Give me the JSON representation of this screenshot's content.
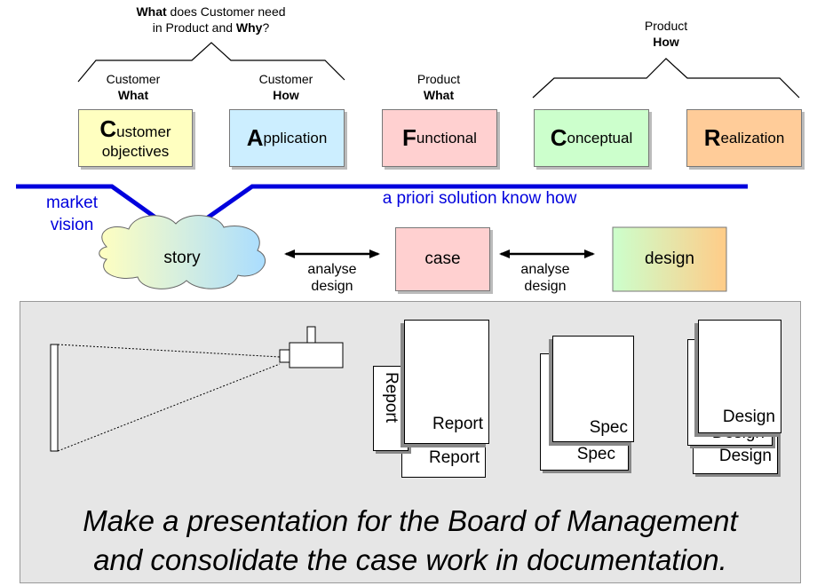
{
  "top": {
    "need_bold1": "What",
    "need_rest1": " does Customer need",
    "need_pre2": "in Product and ",
    "need_bold2": "Why",
    "need_rest2": "?",
    "product_how_l1": "Product",
    "product_how_l2": "How"
  },
  "labels": [
    {
      "l1": "Customer",
      "l2": "What"
    },
    {
      "l1": "Customer",
      "l2": "How"
    },
    {
      "l1": "Product",
      "l2": "What"
    }
  ],
  "boxes": [
    {
      "initial": "C",
      "rest": "ustomer",
      "line2": "objectives",
      "color": "#ffffc0"
    },
    {
      "initial": "A",
      "rest": "pplication",
      "line2": "",
      "color": "#cceeff"
    },
    {
      "initial": "F",
      "rest": "unctional",
      "line2": "",
      "color": "#ffd0d0"
    },
    {
      "initial": "C",
      "rest": "onceptual",
      "line2": "",
      "color": "#ccffcc"
    },
    {
      "initial": "R",
      "rest": "ealization",
      "line2": "",
      "color": "#ffcc99"
    }
  ],
  "flow": {
    "market_l1": "market",
    "market_l2": "vision",
    "apriori": "a priori solution know how",
    "story": "story",
    "case": "case",
    "design": "design",
    "analyse1_l1": "analyse",
    "analyse1_l2": "design",
    "analyse2_l1": "analyse",
    "analyse2_l2": "design"
  },
  "docs": {
    "report_side": "Report",
    "report_front": "Report",
    "report_back": "Report",
    "spec_front": "Spec",
    "spec_back": "Spec",
    "design_front": "Design",
    "design_mid": "Design",
    "design_back": "Design"
  },
  "bottom": {
    "line1": "Make a presentation for the Board of Management",
    "line2": "and consolidate the case work in documentation."
  },
  "colors": {
    "blue": "#0000dd",
    "panel": "#e6e6e6"
  }
}
